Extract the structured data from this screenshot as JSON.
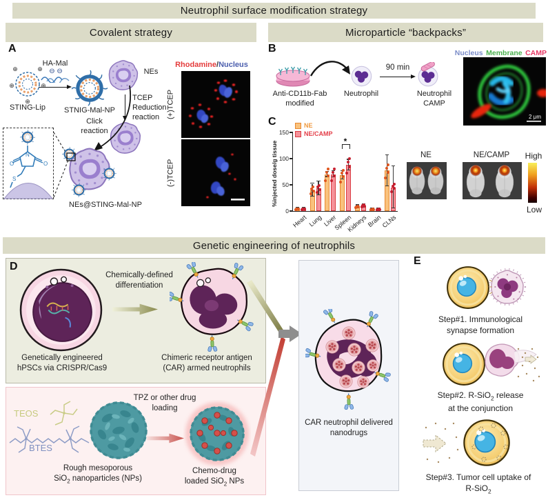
{
  "banners": {
    "top": "Neutrophil surface modification strategy",
    "covalent": "Covalent strategy",
    "microparticle": "Microparticle “backpacks”",
    "genetic": "Genetic engineering of neutrophils"
  },
  "icons": {
    "plus_charge": "⊕",
    "minus_charge": "⊖ ⊖"
  },
  "panel_a": {
    "label": "A",
    "sting_lip_label": "STING-Lip",
    "ha_mal_label": "HA-Mal",
    "np_label": "STNIG-Mal-NP",
    "nes_label": "NEs",
    "tcep_lines": [
      "TCEP",
      "Reduction",
      "reaction"
    ],
    "click_lines": [
      "Click",
      "reaction"
    ],
    "conjugate_label": "NEs@STING-Mal-NP",
    "structure": {
      "n": "N",
      "o_left": "O",
      "o_right": "O",
      "s": "S"
    },
    "microscopy_title": {
      "rhodamine": "Rhodamine",
      "slash": "/",
      "nucleus": "Nucleus"
    },
    "img1_label": "(+)TCEP",
    "img2_label": "(-)TCEP"
  },
  "panel_b": {
    "label": "B",
    "fab_lines": [
      "Anti-CD11b-Fab",
      "modified"
    ],
    "neutrophil_label": "Neutrophil",
    "duration": "90 min",
    "camp_lines": [
      "Neutrophil",
      "CAMP"
    ],
    "fluor": {
      "nucleus": "Nucleus",
      "membrane": "Membrane",
      "camp": "CAMP",
      "scale": "2 μm"
    }
  },
  "panel_c": {
    "label": "C",
    "mouse_left": "NE",
    "mouse_right": "NE/CAMP",
    "scale_high": "High",
    "scale_low": "Low"
  },
  "chart_data": {
    "type": "bar",
    "title": "",
    "ylabel": "%injected dose/g tissue",
    "categories": [
      "Heart",
      "Lung",
      "Liver",
      "Spleen",
      "Kidneys",
      "Brain",
      "CLNs"
    ],
    "series": [
      {
        "name": "NE",
        "fill": "#f9c27d",
        "edge": "#e8872f",
        "dot": "#e0561e",
        "label_color": "#f09a40",
        "values": [
          4,
          40,
          70,
          68,
          8,
          3,
          77
        ],
        "errors": [
          2,
          12,
          5,
          8,
          3,
          2,
          30
        ]
      },
      {
        "name": "NE/CAMP",
        "fill": "#f5929a",
        "edge": "#da3b42",
        "dot": "#c61f2f",
        "label_color": "#e4404a",
        "values": [
          4,
          43,
          70,
          88,
          10,
          3,
          45
        ],
        "errors": [
          2,
          13,
          6,
          10,
          3,
          2,
          40
        ]
      }
    ],
    "ylim": [
      0,
      150
    ],
    "yticks": [
      0,
      50,
      100,
      150
    ],
    "significance": {
      "category": "Spleen",
      "symbol": "*"
    },
    "legend_position": "top-left",
    "grid": false
  },
  "panel_d": {
    "label": "D",
    "hpsc_caption": [
      "Genetically engineered",
      "hPSCs via CRISPR/Cas9"
    ],
    "diff_lines": [
      "Chemically-defined",
      "differentiation"
    ],
    "car_caption": [
      "Chimeric receptor antigen",
      "(CAR) armed neutrophils"
    ],
    "teos": "TEOS",
    "btes": "BTES",
    "tpz_lines": [
      "TPZ or other drug",
      "loading"
    ],
    "rough_caption": {
      "line1": "Rough mesoporous",
      "l2a": "SiO",
      "l2sub": "2",
      "l2b": " nanoparticles (NPs)"
    },
    "loaded_caption": {
      "line1": "Chemo-drug",
      "l2a": "loaded SiO",
      "l2sub": "2",
      "l2b": " NPs"
    },
    "delivered_caption": [
      "CAR neutrophil delivered",
      "nanodrugs"
    ]
  },
  "panel_e": {
    "label": "E",
    "step1": [
      "Step#1. Immunological",
      "synapse formation"
    ],
    "step2": {
      "l1a": "Step#2. R-SiO",
      "l1sub": "2",
      "l1b": " release",
      "line2": "at the conjunction"
    },
    "step3": {
      "line1": "Step#3. Tumor cell uptake of",
      "l2a": "R-SiO",
      "l2sub": "2"
    }
  },
  "colors": {
    "banner_bg": "#dbdbc7",
    "rhodamine_red": "#e43b3b",
    "nucleus_blue": "#4c5fae",
    "fluor_nucleus": "#7b8cc8",
    "fluor_membrane": "#4bb04e",
    "fluor_camp": "#e73a66",
    "teos_olive": "#c6ca7e",
    "btes_blue": "#7e8fc0"
  }
}
